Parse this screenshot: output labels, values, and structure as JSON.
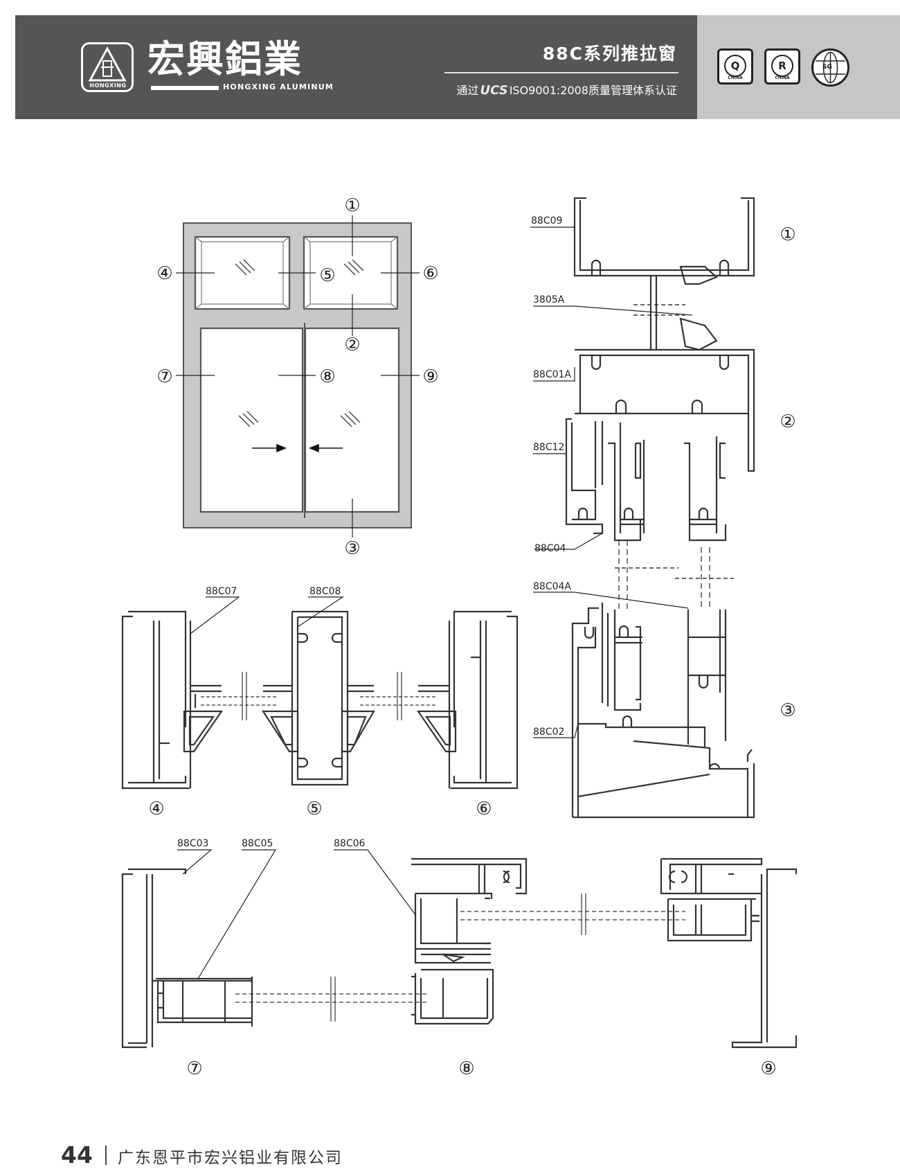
{
  "header": {
    "brand_cn": "宏興鋁業",
    "brand_en": "HONGXING ALUMINUM",
    "logo_text": "HONGXING",
    "series_title": "88C系列推拉窗",
    "cert_prefix": "通过",
    "cert_ucs": "UCS",
    "cert_suffix": "ISO9001:2008质量管理体系认证",
    "badges": [
      {
        "letter": "Q",
        "sub": "CHINA"
      },
      {
        "letter": "R",
        "sub": "CHINA"
      }
    ],
    "globe_label": "SG"
  },
  "elevation": {
    "callouts": [
      "①",
      "②",
      "③",
      "④",
      "⑤",
      "⑥",
      "⑦",
      "⑧",
      "⑨"
    ]
  },
  "profiles": {
    "right_section": [
      "88C09",
      "3805A",
      "88C01A",
      "88C12",
      "88C04",
      "88C04A",
      "88C02"
    ],
    "middle_row": [
      "88C07",
      "88C08"
    ],
    "bottom_row": [
      "88C03",
      "88C05",
      "88C06"
    ]
  },
  "section_markers": [
    "①",
    "②",
    "③",
    "④",
    "⑤",
    "⑥",
    "⑦",
    "⑧",
    "⑨"
  ],
  "footer": {
    "page_number": "44",
    "company": "广东恩平市宏兴铝业有限公司"
  }
}
